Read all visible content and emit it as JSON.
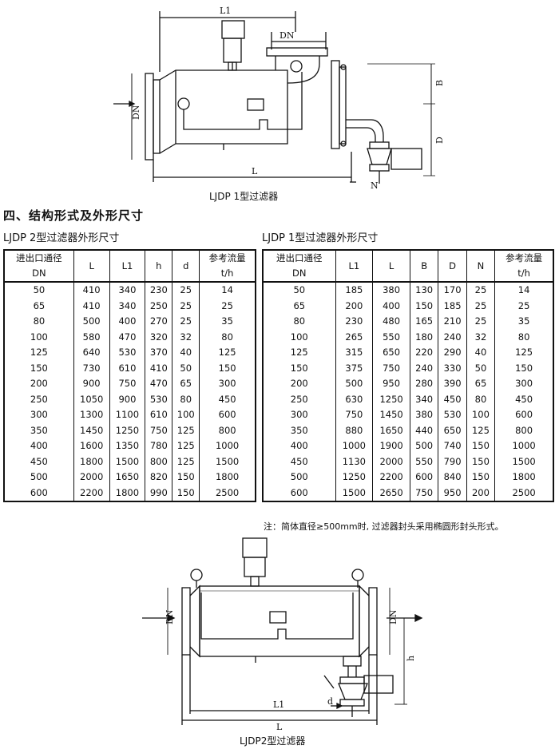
{
  "diagram_top": {
    "caption": "LJDP 1型过滤器",
    "dims": {
      "L1": "L1",
      "DN_top": "DN",
      "DN_left": "DN",
      "L": "L",
      "B": "B",
      "D": "D",
      "N": "N"
    }
  },
  "section_title": "四、结构形式及外形尺寸",
  "table_ljdp2": {
    "title": "LJDP 2型过滤器外形尺寸",
    "headers": [
      [
        "进出口通径",
        "DN"
      ],
      [
        "L"
      ],
      [
        "L1"
      ],
      [
        "h"
      ],
      [
        "d"
      ],
      [
        "参考流量",
        "t/h"
      ]
    ],
    "rows": [
      [
        "50",
        "410",
        "340",
        "230",
        "25",
        "14"
      ],
      [
        "65",
        "410",
        "340",
        "250",
        "25",
        "25"
      ],
      [
        "80",
        "500",
        "400",
        "270",
        "25",
        "35"
      ],
      [
        "100",
        "580",
        "470",
        "320",
        "32",
        "80"
      ],
      [
        "125",
        "640",
        "530",
        "370",
        "40",
        "125"
      ],
      [
        "150",
        "730",
        "610",
        "410",
        "50",
        "150"
      ],
      [
        "200",
        "900",
        "750",
        "470",
        "65",
        "300"
      ],
      [
        "250",
        "1050",
        "900",
        "530",
        "80",
        "450"
      ],
      [
        "300",
        "1300",
        "1100",
        "610",
        "100",
        "600"
      ],
      [
        "350",
        "1450",
        "1250",
        "750",
        "125",
        "800"
      ],
      [
        "400",
        "1600",
        "1350",
        "780",
        "125",
        "1000"
      ],
      [
        "450",
        "1800",
        "1500",
        "800",
        "125",
        "1500"
      ],
      [
        "500",
        "2000",
        "1650",
        "820",
        "150",
        "1800"
      ],
      [
        "600",
        "2200",
        "1800",
        "990",
        "150",
        "2500"
      ]
    ]
  },
  "table_ljdp1": {
    "title": "LJDP 1型过滤器外形尺寸",
    "headers": [
      [
        "进出口通径",
        "DN"
      ],
      [
        "L1"
      ],
      [
        "L"
      ],
      [
        "B"
      ],
      [
        "D"
      ],
      [
        "N"
      ],
      [
        "参考流量",
        "t/h"
      ]
    ],
    "rows": [
      [
        "50",
        "185",
        "380",
        "130",
        "170",
        "25",
        "14"
      ],
      [
        "65",
        "200",
        "400",
        "150",
        "185",
        "25",
        "25"
      ],
      [
        "80",
        "230",
        "480",
        "165",
        "210",
        "25",
        "35"
      ],
      [
        "100",
        "265",
        "550",
        "180",
        "240",
        "32",
        "80"
      ],
      [
        "125",
        "315",
        "650",
        "220",
        "290",
        "40",
        "125"
      ],
      [
        "150",
        "375",
        "750",
        "240",
        "330",
        "50",
        "150"
      ],
      [
        "200",
        "500",
        "950",
        "280",
        "390",
        "65",
        "300"
      ],
      [
        "250",
        "630",
        "1250",
        "340",
        "450",
        "80",
        "450"
      ],
      [
        "300",
        "750",
        "1450",
        "380",
        "530",
        "100",
        "600"
      ],
      [
        "350",
        "880",
        "1650",
        "440",
        "650",
        "125",
        "800"
      ],
      [
        "400",
        "1000",
        "1900",
        "500",
        "740",
        "150",
        "1000"
      ],
      [
        "450",
        "1130",
        "2000",
        "550",
        "790",
        "150",
        "1500"
      ],
      [
        "500",
        "1250",
        "2200",
        "600",
        "840",
        "150",
        "1800"
      ],
      [
        "600",
        "1500",
        "2650",
        "750",
        "950",
        "200",
        "2500"
      ]
    ]
  },
  "note": "注：简体直径≥500mm时, 过滤器封头采用椭圆形封头形式。",
  "diagram_bottom": {
    "caption": "LJDP2型过滤器",
    "dims": {
      "DN_left": "DN",
      "DN_right": "DN",
      "h": "h",
      "d": "d",
      "L1": "L1",
      "L": "L"
    }
  }
}
